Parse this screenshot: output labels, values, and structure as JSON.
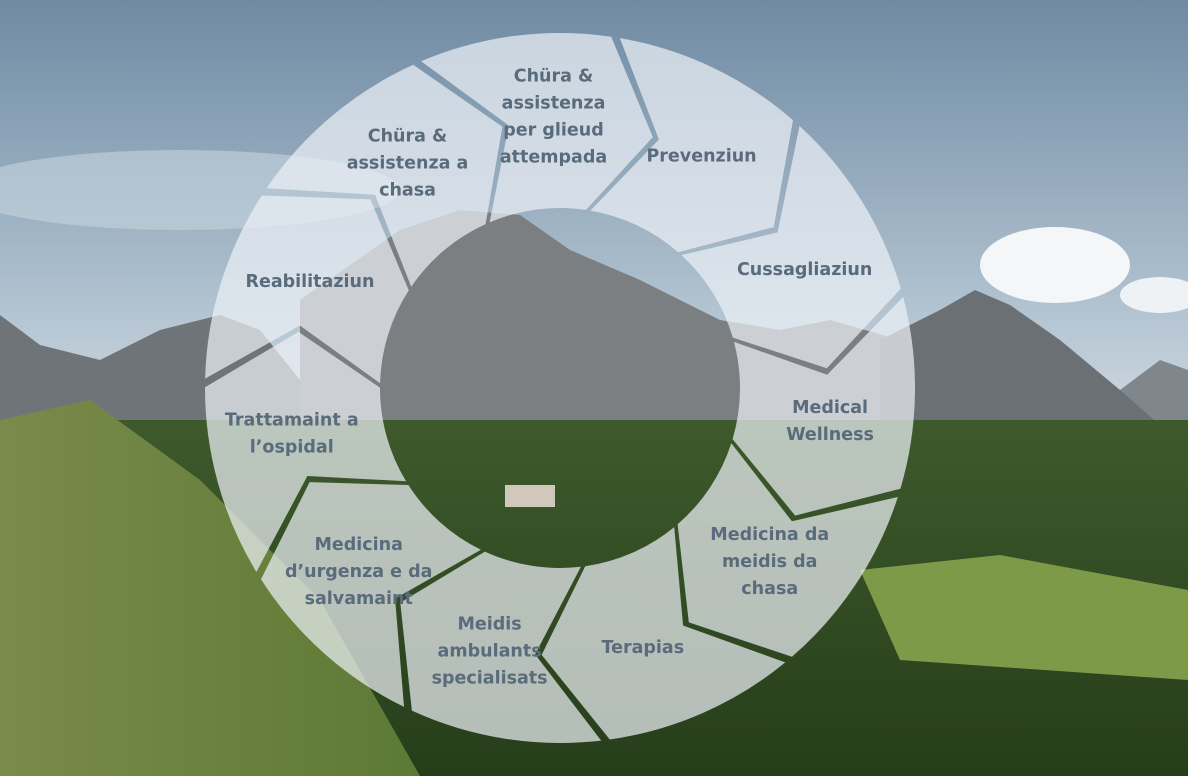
{
  "diagram": {
    "segments": [
      {
        "id": "prevenziun",
        "lines": [
          "Prevenziun"
        ]
      },
      {
        "id": "cussagliaziun",
        "lines": [
          "Cussagliaziun"
        ]
      },
      {
        "id": "medical-wellness",
        "lines": [
          "Medical",
          "Wellness"
        ]
      },
      {
        "id": "medicina-da-meidis-da-chasa",
        "lines": [
          "Medicina da",
          "meidis da",
          "chasa"
        ]
      },
      {
        "id": "terapias",
        "lines": [
          "Terapias"
        ]
      },
      {
        "id": "meidis-ambulants-specialisats",
        "lines": [
          "Meidis",
          "ambulants",
          "specialisats"
        ]
      },
      {
        "id": "medicina-durgenza-e-da-salvamaint",
        "lines": [
          "Medicina",
          "d’urgenza e da",
          "salvamaint"
        ]
      },
      {
        "id": "trattamaint-a-lospidal",
        "lines": [
          "Trattamaint a",
          "l’ospidal"
        ]
      },
      {
        "id": "reabilitaziun",
        "lines": [
          "Reabilitaziun"
        ]
      },
      {
        "id": "chura-assistenza-a-chasa",
        "lines": [
          "Chüra &",
          "assistenza a",
          "chasa"
        ]
      },
      {
        "id": "chura-assistenza-per-glieud-attempada",
        "lines": [
          "Chüra &",
          "assistenza",
          "per glieud",
          "attempada"
        ]
      }
    ]
  }
}
